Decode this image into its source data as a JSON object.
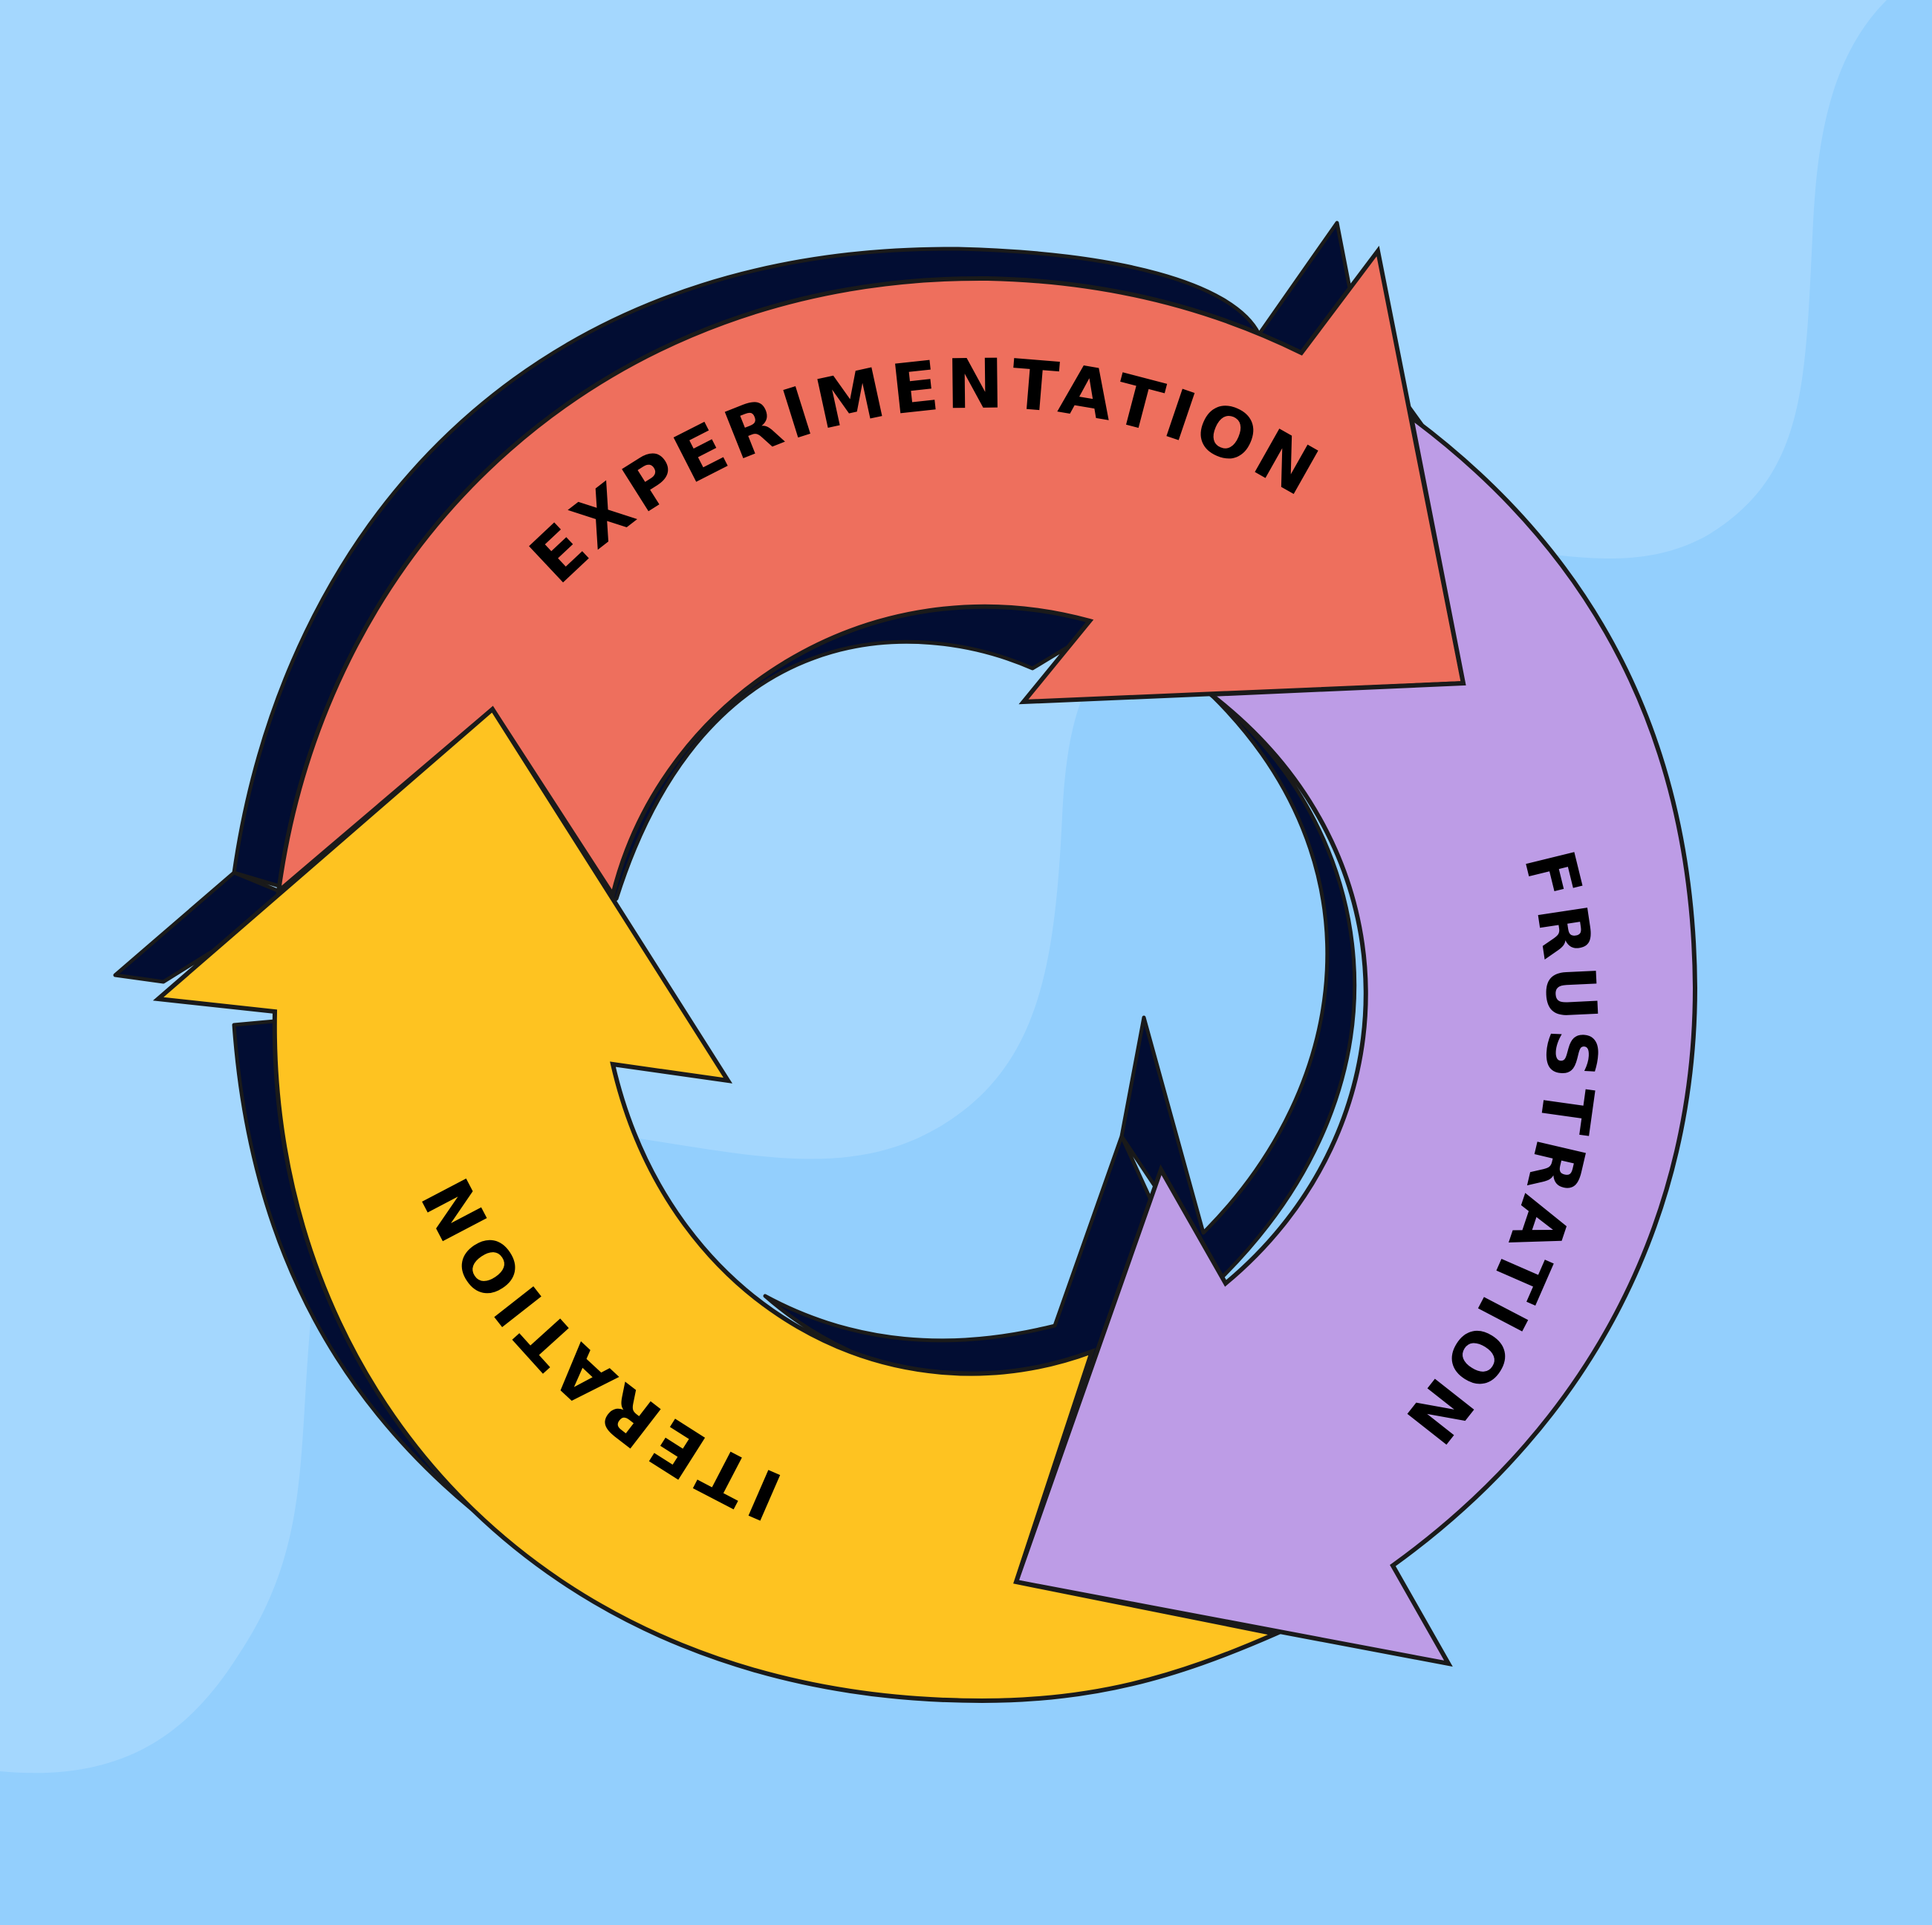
{
  "diagram": {
    "type": "cycle",
    "direction": "clockwise",
    "stages": [
      {
        "label": "EXPERIMENTATION",
        "color": "#ee6f5d"
      },
      {
        "label": "FRUSTRATION",
        "color": "#bd9ce6"
      },
      {
        "label": "ITERATION",
        "color": "#fec321"
      }
    ]
  },
  "colors": {
    "background": "#93cffd",
    "background_light": "#a4d7fe",
    "shadow": "#020d33",
    "outline": "#1a1a1a",
    "text": "#000000"
  }
}
